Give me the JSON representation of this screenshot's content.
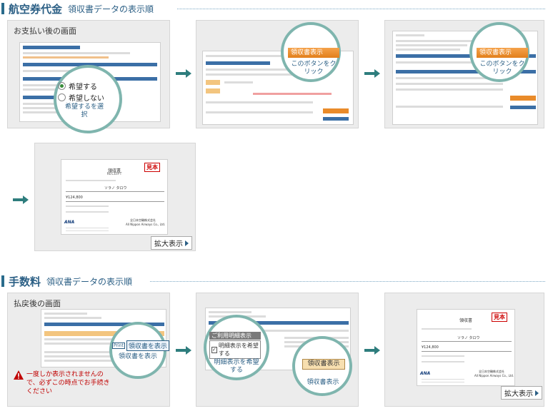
{
  "section1": {
    "title": "航空券代金",
    "subtitle": "領収書データの表示順",
    "panel1": {
      "label": "お支払い後の画面",
      "option_yes": "希望する",
      "option_no": "希望しない",
      "caption": "希望するを選択"
    },
    "panel2": {
      "orange_button": "領収書表示",
      "caption": "このボタンをクリック"
    },
    "panel3": {
      "orange_button": "領収書表示",
      "caption": "このボタンをクリック"
    },
    "panel4": {
      "zoom_button": "拡大表示",
      "receipt_title": "領収書",
      "receipt_sub": "RECEIPT",
      "stamp": "見本",
      "amount": "¥124,800",
      "payer": "ソラノ タロウ",
      "company": "全日本空輸株式会社",
      "company_en": "All Nippon Airways Co., Ltd."
    }
  },
  "section2": {
    "title": "手数料",
    "subtitle": "領収書データの表示順",
    "panel1": {
      "label": "払戻後の画面",
      "button": "領収書を表示",
      "caption": "領収書を表示",
      "warning": "一度しか表示されませんので、必ずこの時点でお手続きください"
    },
    "panel2": {
      "box_title": "ご利用明細表示",
      "checkbox_label": "明細表示を希望する",
      "caption1": "明細表示を希望する",
      "button": "領収書表示",
      "caption2": "領収書表示"
    },
    "panel3": {
      "zoom_button": "拡大表示",
      "receipt_title": "領収書",
      "stamp": "見本",
      "amount": "¥124,800",
      "payer": "ソラノ タロウ",
      "company": "全日本空輸株式会社",
      "company_en": "All Nippon Airways Co., Ltd."
    }
  },
  "colors": {
    "accent": "#2b5f85",
    "circle": "#7fb5ae",
    "orange": "#e98b2a",
    "arrow": "#2e7d7d",
    "warning": "#c00000"
  }
}
